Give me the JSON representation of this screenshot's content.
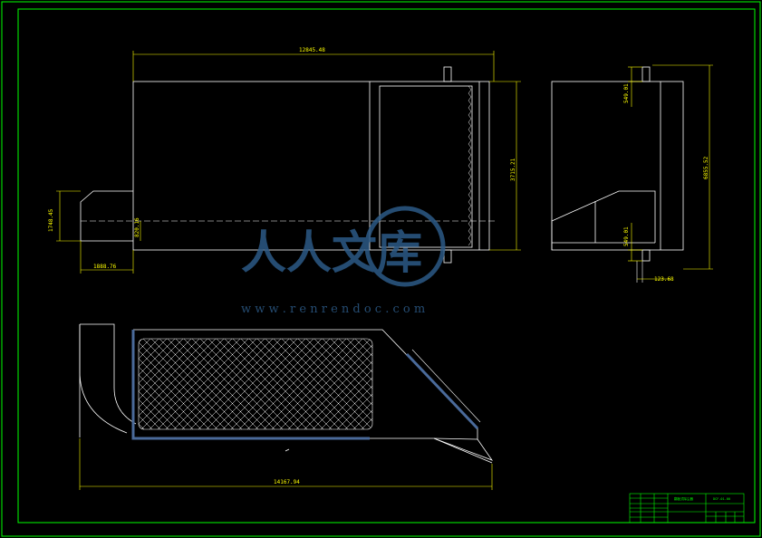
{
  "drawing": {
    "top_view": {
      "overall_length": "12845.48",
      "height_right": "3715.21",
      "inlet_height": "1748.45",
      "inlet_width": "1888.76",
      "inner_offset": "820.16"
    },
    "side_view": {
      "top_stub": "549.01",
      "bottom_stub": "549.01",
      "overall_height": "6855.52",
      "foot_width": "123.68"
    },
    "front_view": {
      "overall_length": "14167.94"
    }
  },
  "title_block": {
    "title": "翻板式除尘器",
    "drawing_no": "DCF-01-00"
  },
  "watermark": {
    "text": "人人文库",
    "url": "w w w . r e n r e n d o c . c o m"
  },
  "colors": {
    "background": "#000000",
    "frame": "#00ff00",
    "outline": "#ffffff",
    "dimension": "#ffff00",
    "plate": "#4a6a9a",
    "watermark": "#2c5a86"
  }
}
